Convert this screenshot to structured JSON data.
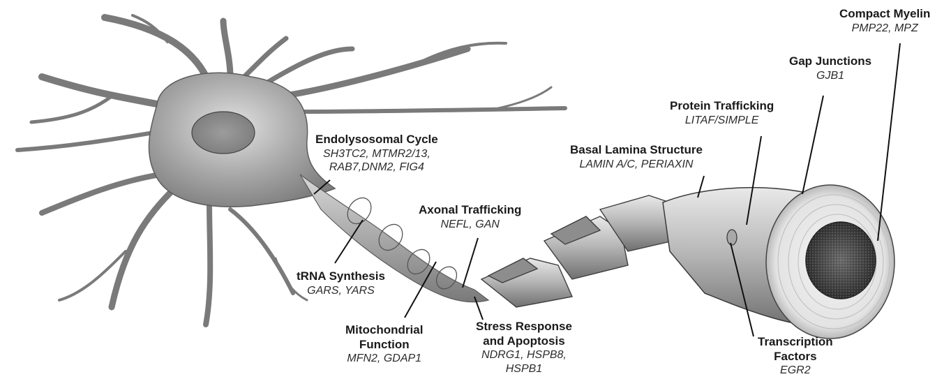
{
  "labels": {
    "endolysosomal": {
      "title": "Endolysosomal Cycle",
      "genes_line1": "SH3TC2, MTMR2/13,",
      "genes_line2": "RAB7,DNM2, FIG4"
    },
    "trna": {
      "title": "tRNA Synthesis",
      "genes": "GARS, YARS"
    },
    "mitochondrial": {
      "title_line1": "Mitochondrial",
      "title_line2": "Function",
      "genes": "MFN2, GDAP1"
    },
    "axonal_trafficking": {
      "title": "Axonal Trafficking",
      "genes": "NEFL, GAN"
    },
    "stress_response": {
      "title_line1": "Stress Response",
      "title_line2": "and Apoptosis",
      "genes_line1": "NDRG1, HSPB8,",
      "genes_line2": "HSPB1"
    },
    "basal_lamina": {
      "title": "Basal Lamina Structure",
      "genes": "LAMIN A/C, PERIAXIN"
    },
    "protein_trafficking": {
      "title": "Protein Trafficking",
      "genes": "LITAF/SIMPLE"
    },
    "gap_junctions": {
      "title": "Gap Junctions",
      "genes": "GJB1"
    },
    "compact_myelin": {
      "title": "Compact Myelin",
      "genes": "PMP22, MPZ"
    },
    "transcription": {
      "title_line1": "Transcription",
      "title_line2": "Factors",
      "genes": "EGR2"
    }
  },
  "colors": {
    "ink": "#1a1a1a",
    "shade_dark": "#8a8a8a",
    "shade_mid": "#b5b5b5",
    "shade_light": "#dcdcdc"
  }
}
